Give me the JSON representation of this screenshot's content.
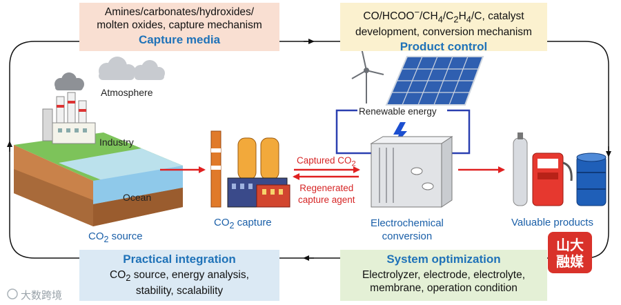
{
  "boxes": {
    "capture_media": {
      "line1": "Amines/carbonates/hydroxides/",
      "line2": "molten oxides, capture mechanism",
      "title": "Capture media"
    },
    "product_control": {
      "line1_a": "CO/HCOO",
      "line1_sup": "−",
      "line1_b": "/CH",
      "line1_sub1": "4",
      "line1_c": "/C",
      "line1_sub2": "2",
      "line1_d": "H",
      "line1_sub3": "4",
      "line1_e": "/C, catalyst",
      "line2": "development, conversion mechanism",
      "title": "Product control"
    },
    "practical_integration": {
      "title": "Practical integration",
      "line1_a": "CO",
      "line1_sub": "2",
      "line1_b": " source, energy analysis,",
      "line2": "stability, scalability"
    },
    "system_optimization": {
      "title": "System optimization",
      "line1": "Electrolyzer, electrode, electrolyte,",
      "line2": "membrane, operation condition"
    }
  },
  "labels": {
    "atmosphere": "Atmosphere",
    "industry": "Industry",
    "ocean": "Ocean",
    "co2_source_a": "CO",
    "co2_source_sub": "2",
    "co2_source_b": " source",
    "co2_capture_a": "CO",
    "co2_capture_sub": "2",
    "co2_capture_b": " capture",
    "renewable": "Renewable energy",
    "captured_a": "Captured CO",
    "captured_sub": "2",
    "regen1": "Regenerated",
    "regen2": "capture agent",
    "electro1": "Electrochemical",
    "electro2": "conversion",
    "valuable": "Valuable products"
  },
  "watermark": {
    "badge_chars": "山大融媒",
    "text": "大数跨境"
  },
  "colors": {
    "heading_blue": "#1f72b8",
    "arrow_red": "#e02020",
    "cycle_line": "#111111",
    "circuit_blue": "#2a3fb0"
  }
}
